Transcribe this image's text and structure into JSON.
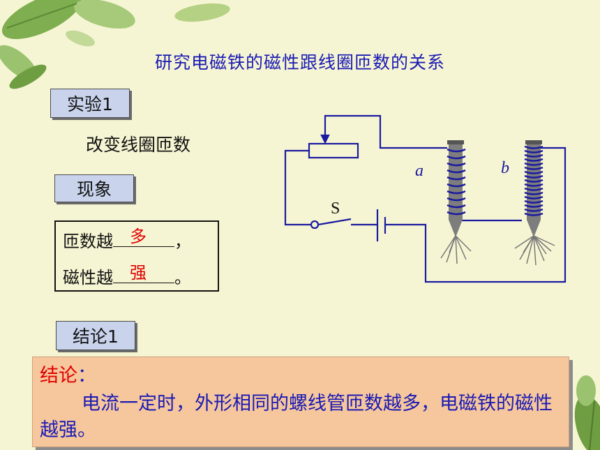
{
  "title": "研究电磁铁的磁性跟线圈匝数的关系",
  "experiment": {
    "label": "实验1",
    "method": "改变线圈匝数"
  },
  "phenomenon": {
    "label": "现象",
    "line1_prefix": "匝数越",
    "line1_fill": "多",
    "line1_suffix": "，",
    "line2_prefix": "磁性越",
    "line2_fill": "强",
    "line2_suffix": "。"
  },
  "conclusion_label": "结论1",
  "conclusion": {
    "heading": "结论",
    "colon": "：",
    "body": "电流一定时，外形相同的螺线管匝数越多，电磁铁的磁性越强。"
  },
  "circuit": {
    "switch_label": "S",
    "coil_a_label": "a",
    "coil_b_label": "b"
  },
  "colors": {
    "title_blue": "#1a1ab4",
    "wire_blue": "#1a1aa0",
    "answer_red": "#e00000",
    "background": "#f6f5d3",
    "label_box": "#c9d4ec",
    "conclusion_bg": "#f6c79c"
  }
}
